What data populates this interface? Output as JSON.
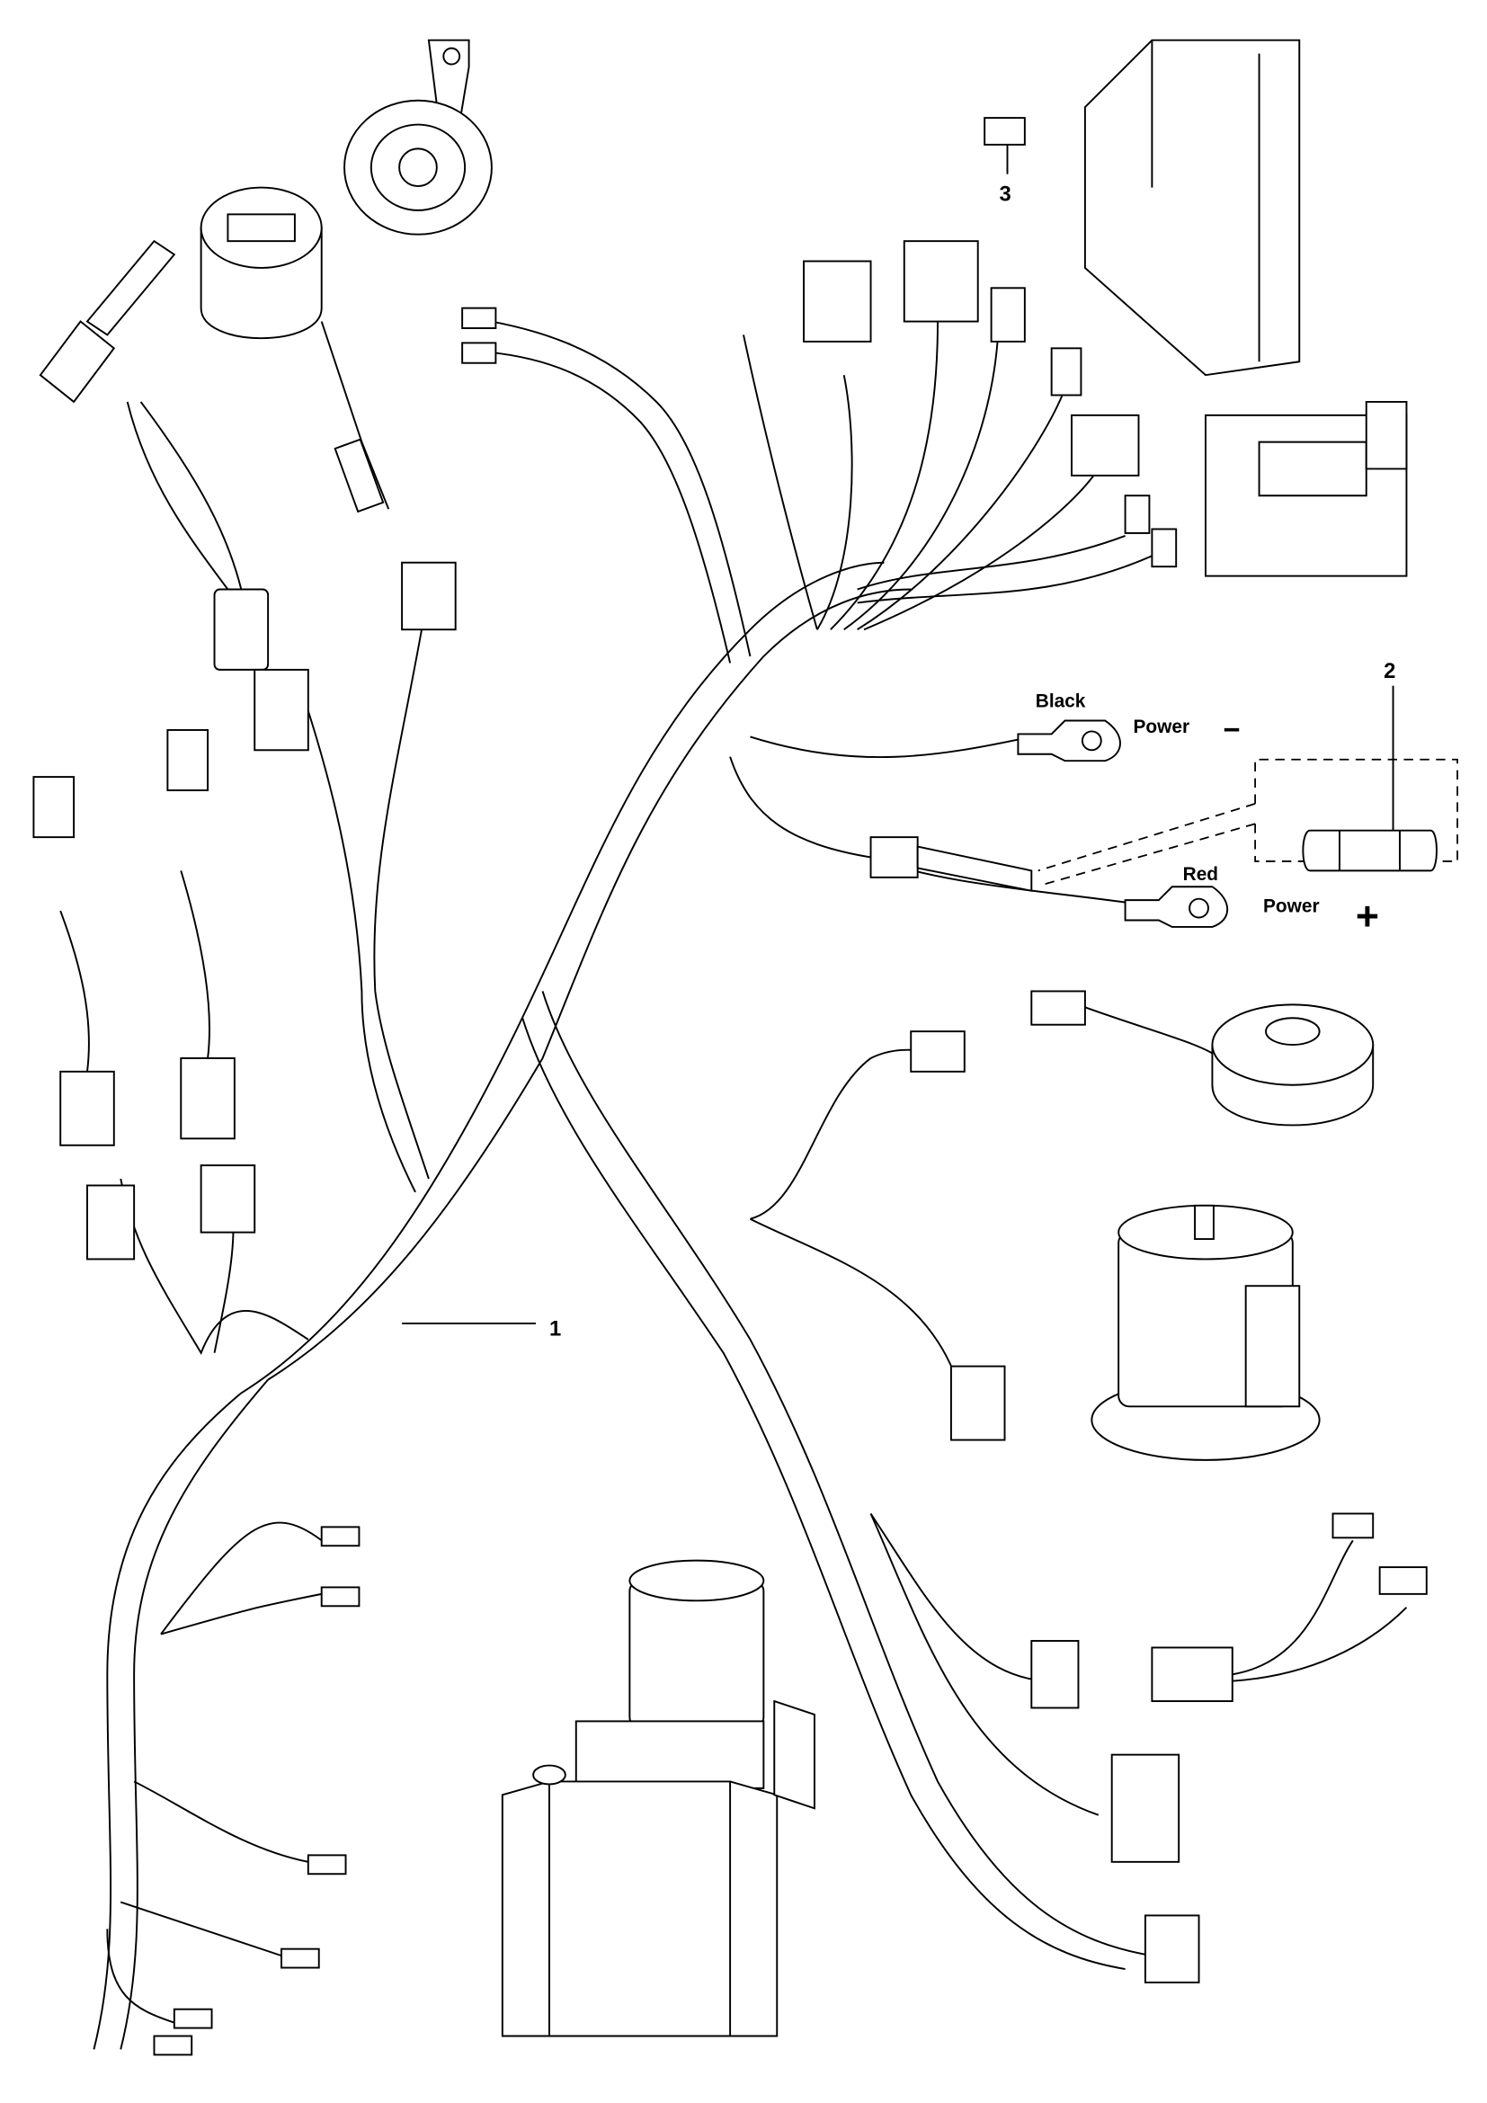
{
  "callouts": {
    "harness": "1",
    "fuse": "2",
    "grommet": "3"
  },
  "labels": {
    "black": "Black",
    "power_negative": "Power",
    "negative_sign": "−",
    "red": "Red",
    "power_positive": "Power",
    "positive_sign": "+"
  },
  "colors": {
    "line": "#000000",
    "background": "#ffffff"
  }
}
